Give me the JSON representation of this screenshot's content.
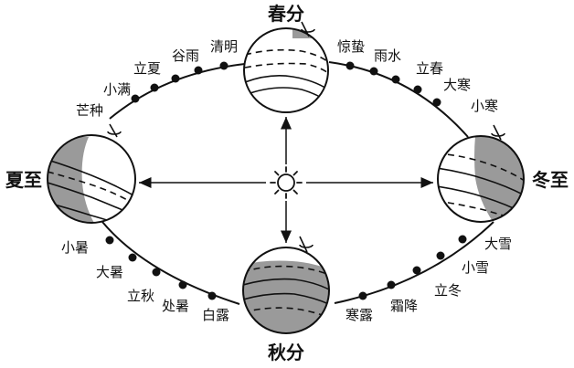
{
  "positions": {
    "spring": "春分",
    "summer": "夏至",
    "autumn": "秋分",
    "winter": "冬至"
  },
  "terms": {
    "top_left": [
      "清明",
      "谷雨",
      "立夏",
      "小满",
      "芒种"
    ],
    "top_right": [
      "惊蛰",
      "雨水",
      "立春",
      "大寒",
      "小寒"
    ],
    "bottom_left": [
      "小暑",
      "大暑",
      "立秋",
      "处暑",
      "白露"
    ],
    "bottom_right": [
      "寒露",
      "霜降",
      "立冬",
      "小雪",
      "大雪"
    ]
  },
  "sun": {
    "icon": "sun-icon"
  }
}
